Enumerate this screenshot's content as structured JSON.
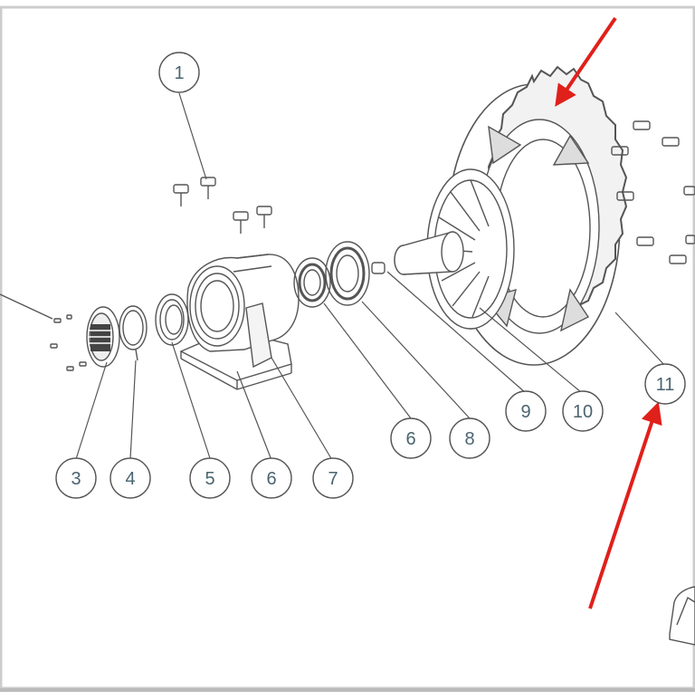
{
  "callouts": [
    {
      "id": "c1",
      "label": "1"
    },
    {
      "id": "c3",
      "label": "3"
    },
    {
      "id": "c4",
      "label": "4"
    },
    {
      "id": "c5",
      "label": "5"
    },
    {
      "id": "c6a",
      "label": "6"
    },
    {
      "id": "c7",
      "label": "7"
    },
    {
      "id": "c6b",
      "label": "6"
    },
    {
      "id": "c8",
      "label": "8"
    },
    {
      "id": "c9",
      "label": "9"
    },
    {
      "id": "c10",
      "label": "10"
    },
    {
      "id": "c11",
      "label": "11"
    }
  ],
  "colors": {
    "line": "#555555",
    "callout_text": "#4a6470",
    "arrow": "#e0201b",
    "frame_shadow": "#c8c8c8"
  }
}
